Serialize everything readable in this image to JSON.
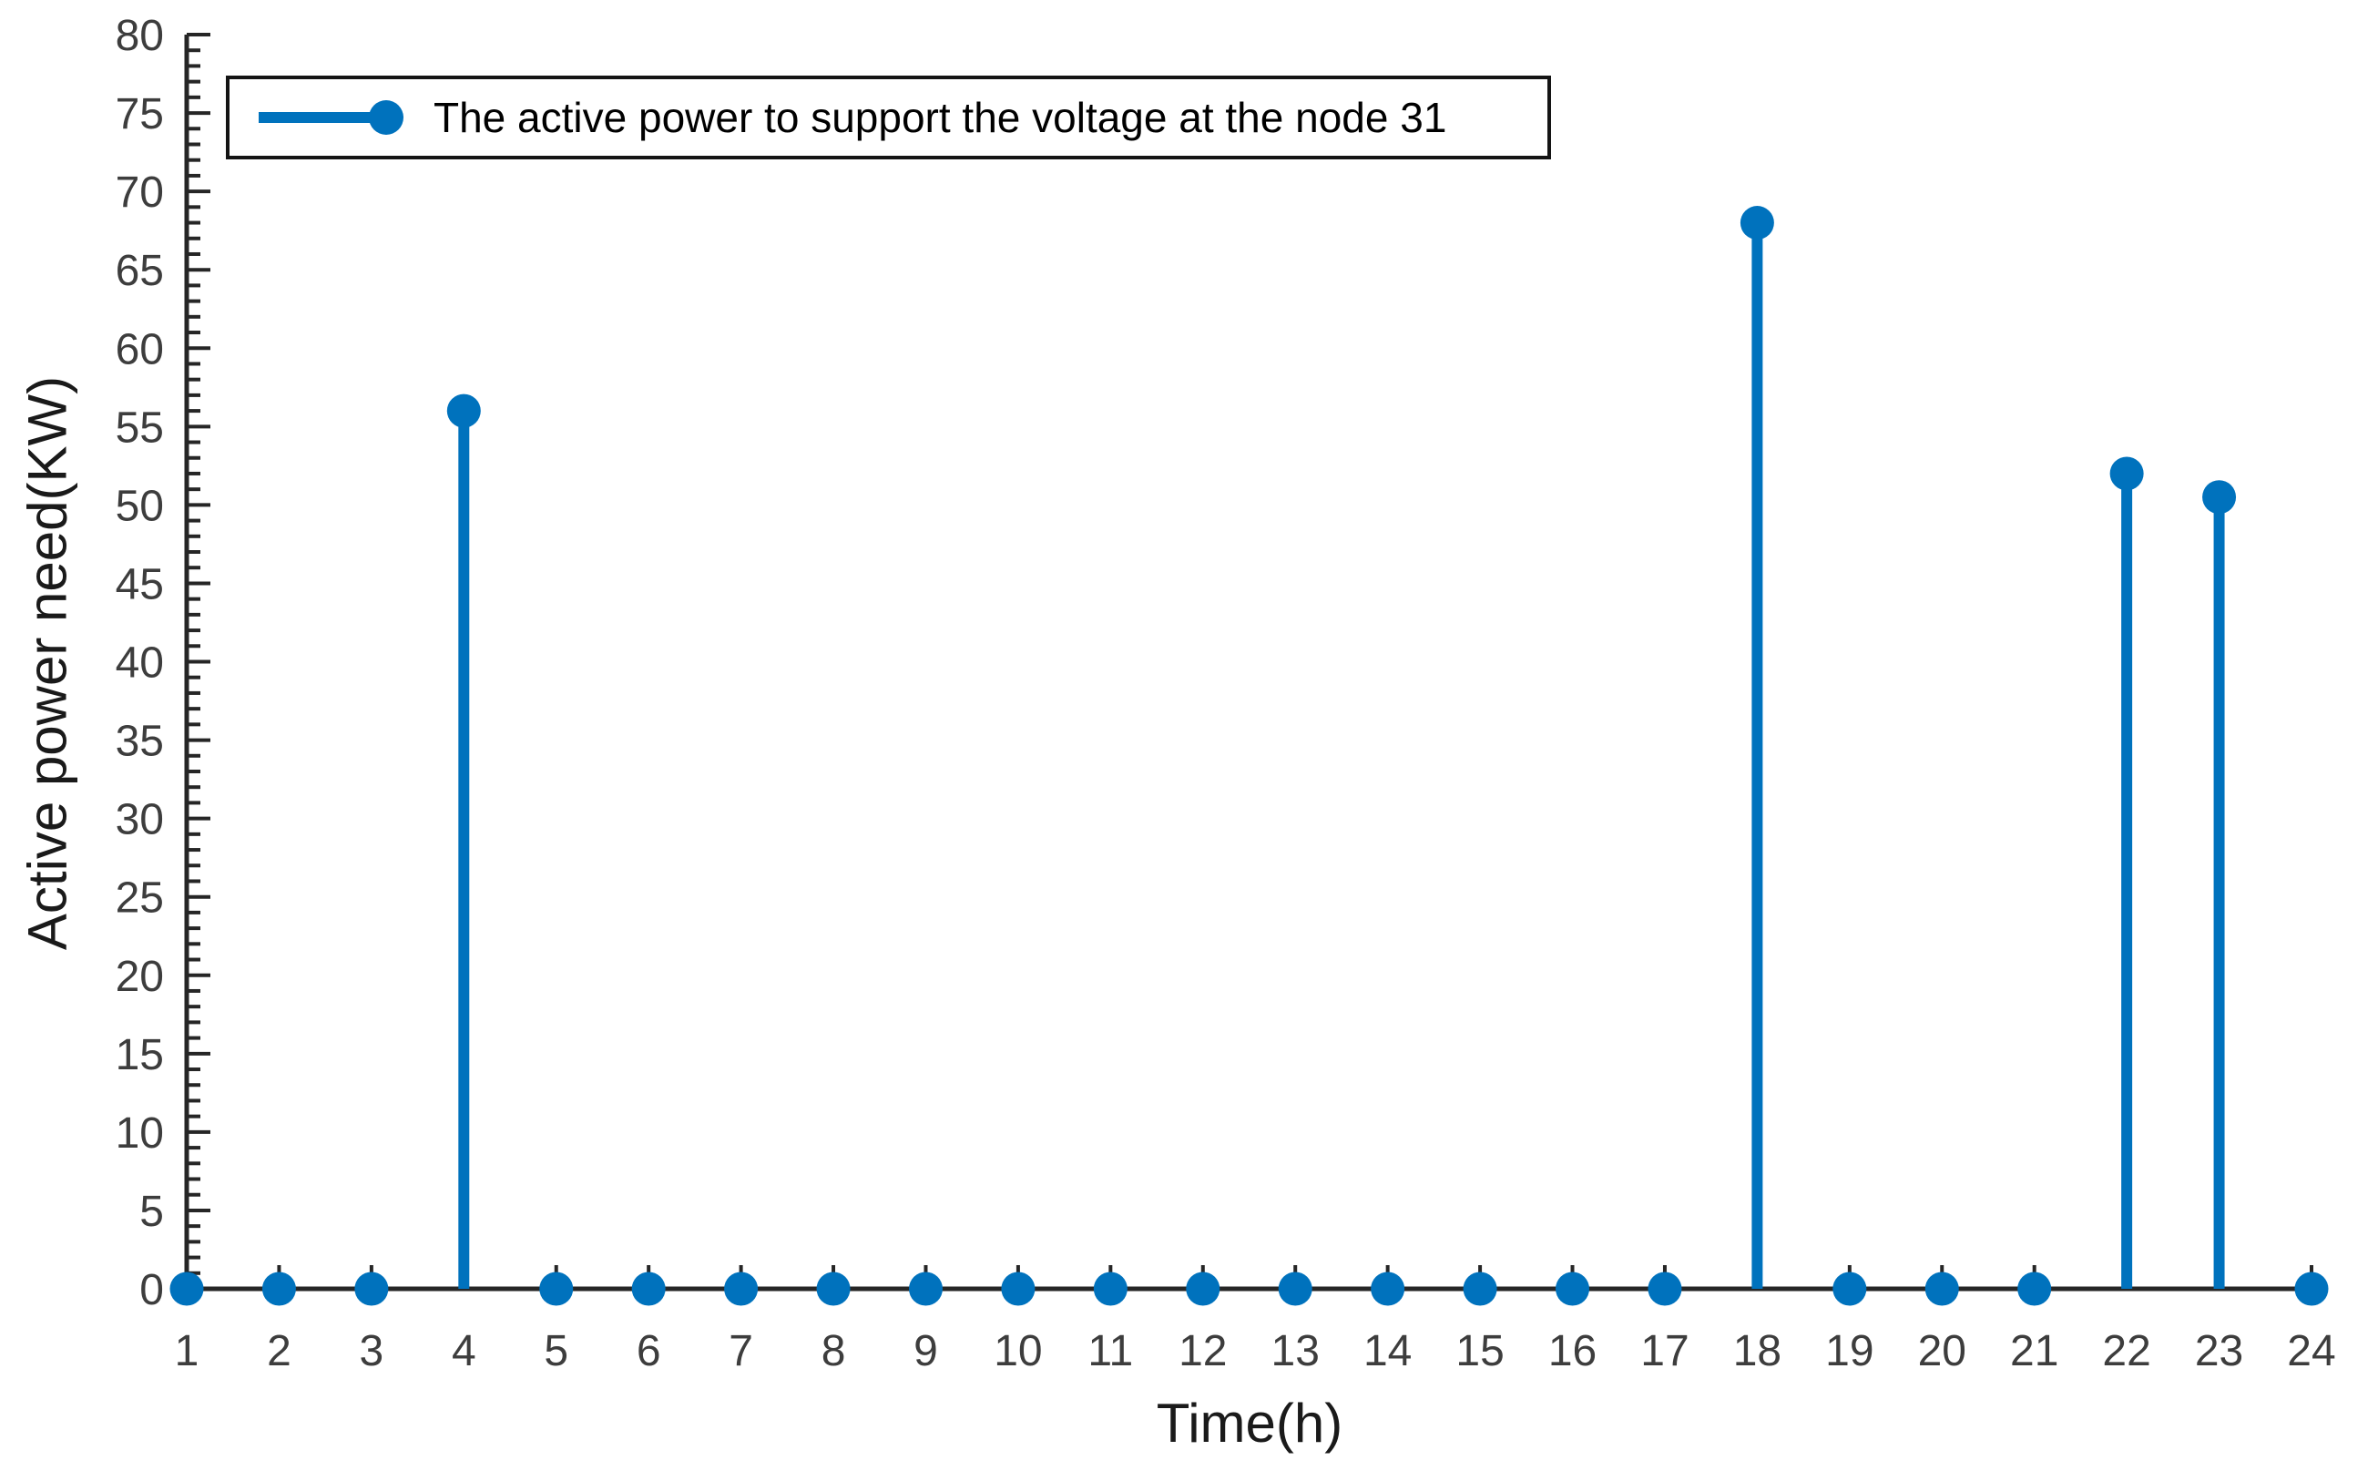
{
  "chart_data": {
    "type": "stem",
    "x": [
      1,
      2,
      3,
      4,
      5,
      6,
      7,
      8,
      9,
      10,
      11,
      12,
      13,
      14,
      15,
      16,
      17,
      18,
      19,
      20,
      21,
      22,
      23,
      24
    ],
    "values": [
      0,
      0,
      0,
      56,
      0,
      0,
      0,
      0,
      0,
      0,
      0,
      0,
      0,
      0,
      0,
      0,
      0,
      68,
      0,
      0,
      0,
      52,
      50.5,
      0
    ],
    "series_name": "The active power to support the voltage at the node 31",
    "title": "",
    "xlabel": "Time(h)",
    "ylabel": "Active power need(KW)",
    "xlim": [
      1,
      24
    ],
    "ylim": [
      0,
      80
    ],
    "x_tick_labels": [
      "1",
      "2",
      "3",
      "4",
      "5",
      "6",
      "7",
      "8",
      "9",
      "10",
      "11",
      "12",
      "13",
      "14",
      "15",
      "16",
      "17",
      "18",
      "19",
      "20",
      "21",
      "22",
      "23",
      "24"
    ],
    "y_tick_labels": [
      "0",
      "5",
      "10",
      "15",
      "20",
      "25",
      "30",
      "35",
      "40",
      "45",
      "50",
      "55",
      "60",
      "65",
      "70",
      "75",
      "80"
    ],
    "y_major_tick_step": 5,
    "y_minor_tick_step": 1,
    "grid": false,
    "legend_position": "top-left",
    "colors": {
      "stem": "#0072BD",
      "axis": "#262626",
      "tick_label": "#3d3d3d",
      "axis_label": "#1a1a1a",
      "legend_border": "#141414",
      "legend_background": "#ffffff",
      "background": "#ffffff"
    }
  },
  "legend": {
    "label": "The active power to support the voltage at the node 31"
  }
}
